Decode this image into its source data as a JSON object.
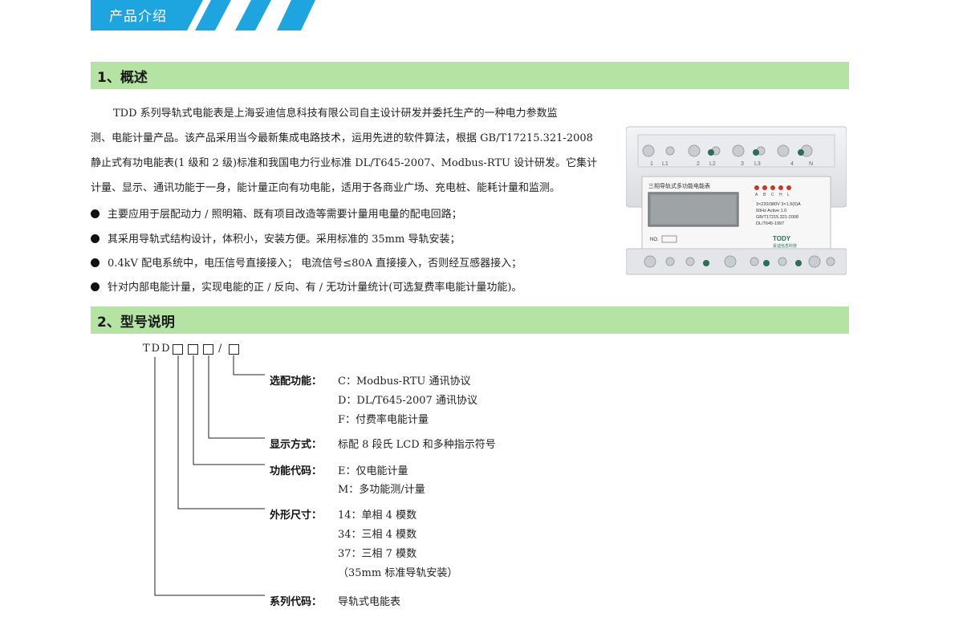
{
  "header": {
    "tab_label": "产品介绍",
    "color": "#1ea5e0"
  },
  "section1": {
    "title": "1、概述",
    "paragraph": [
      "TDD 系列导轨式电能表是上海妥迪信息科技有限公司自主设计研发并委托生产的一种电力参数监",
      "测、电能计量产品。该产品采用当今最新集成电路技术，运用先进的软件算法，根据 GB/T17215.321-2008",
      "静止式有功电能表(1 级和 2 级)标准和我国电力行业标准 DL/T645-2007、Modbus-RTU 设计研发。它集计",
      "计量、显示、通讯功能于一身，能计量正向有功电能，适用于各商业广场、充电桩、能耗计量和监测。"
    ],
    "bullets": [
      "主要应用于层配动力 / 照明箱、既有项目改造等需要计量用电量的配电回路；",
      "其采用导轨式结构设计，体积小，安装方便。采用标准的 35mm 导轨安装；",
      "0.4kV 配电系统中，电压信号直接接入； 电流信号≤80A 直接接入，否则经互感器接入；",
      "针对内部电能计量，实现电能的正 / 反向、有 / 无功计量统计(可选复费率电能计量功能)。"
    ],
    "product_image": {
      "panel_title": "三相导轨式多功能电能表",
      "spec_lines": [
        "3×220/380V 3×1.5(6)A",
        "50Hz  Active 1.0",
        "GB/T17215.321-2008",
        "DL/T645-1997"
      ],
      "brand": "TODY",
      "brand_sub": "妥迪信息科技",
      "no_label": "NO.",
      "terminal_labels_top": [
        "1",
        "L1",
        "2",
        "L2",
        "3",
        "L3",
        "4",
        "N"
      ],
      "indicator_labels": [
        "A",
        "B",
        "C",
        "H",
        "L"
      ]
    }
  },
  "section2": {
    "title": "2、型号说明",
    "model_prefix": "TDD",
    "slash": "/",
    "rows": [
      {
        "label": "选配功能：",
        "values": [
          "C：Modbus-RTU 通讯协议",
          "D：DL/T645-2007 通讯协议",
          "F：付费率电能计量"
        ]
      },
      {
        "label": "显示方式：",
        "values": [
          "标配 8 段氏 LCD 和多种指示符号"
        ]
      },
      {
        "label": "功能代码：",
        "values": [
          "E：仅电能计量",
          "M：多功能测/计量"
        ]
      },
      {
        "label": "外形尺寸：",
        "values": [
          "14：单相 4 模数",
          "34：三相 4 模数",
          "37：三相 7 模数",
          "（35mm 标准导轨安装）"
        ]
      },
      {
        "label": "系列代码：",
        "values": [
          "导轨式电能表"
        ]
      }
    ]
  }
}
